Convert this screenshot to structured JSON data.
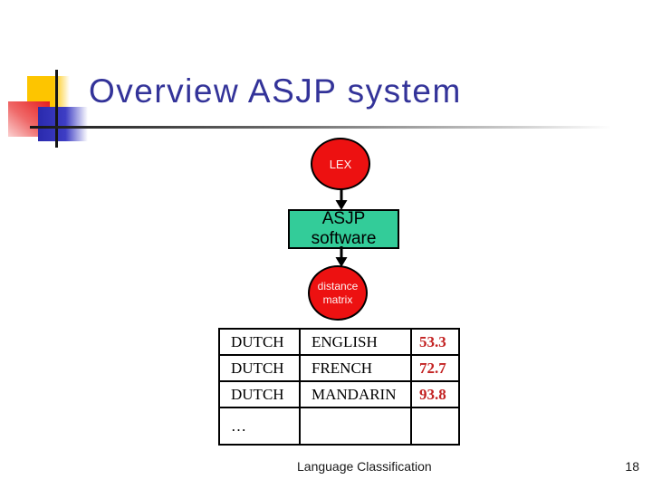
{
  "slide": {
    "title": "Overview ASJP system",
    "footer": {
      "label": "Language Classification",
      "page_number": "18"
    }
  },
  "flowchart": {
    "lex": {
      "label": "LEX",
      "shape": "ellipse",
      "fill": "#ed1111"
    },
    "software": {
      "label": "ASJP software",
      "shape": "rectangle",
      "fill": "#33cc99"
    },
    "matrix": {
      "label_line1": "distance",
      "label_line2": "matrix",
      "shape": "ellipse",
      "fill": "#ed1111"
    }
  },
  "table": {
    "rows": [
      [
        "DUTCH",
        "ENGLISH",
        "53.3"
      ],
      [
        "DUTCH",
        "FRENCH",
        "72.7"
      ],
      [
        "DUTCH",
        "MANDARIN",
        "93.8"
      ],
      [
        "…",
        "",
        ""
      ]
    ]
  },
  "colors": {
    "title_text": "#333399",
    "node_red": "#ed1111",
    "node_green": "#33cc99",
    "number_red": "#c32222"
  }
}
